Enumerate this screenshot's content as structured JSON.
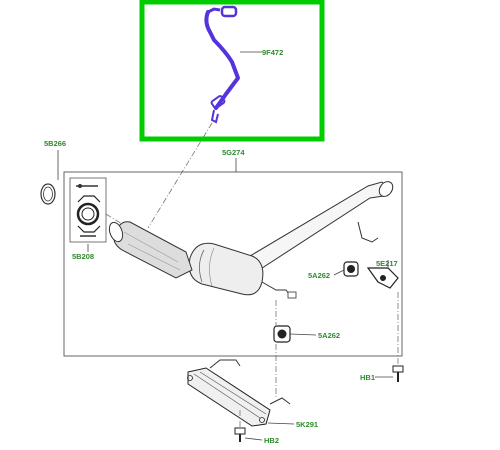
{
  "diagram": {
    "highlight_color": "#00cc00",
    "label_color": "#2e8b2e",
    "sensor_color": "#5533dd",
    "labels": {
      "sensor": "9F472",
      "gasket": "5B266",
      "pipe": "5G274",
      "clamp": "5B208",
      "mount_a": "5A262",
      "bracket": "5E217",
      "mount_b": "5A262",
      "bolt_1": "HB1",
      "heatshield": "5K291",
      "bolt_2": "HB2"
    }
  }
}
